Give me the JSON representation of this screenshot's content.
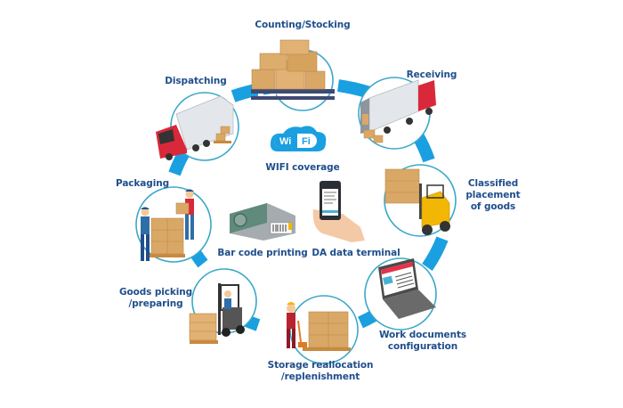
{
  "diagram": {
    "title": "Warehouse management process cycle",
    "colors": {
      "ring": "#1aa0e0",
      "circle_outline": "#3aa8c8",
      "label_text": "#1f4e8c",
      "box": "#d9a866",
      "box_dark": "#b9854a",
      "pallet": "#3e4a73",
      "truck_red": "#d9283a",
      "truck_body": "#e3e6ea",
      "forklift": "#f2b705",
      "wifi": "#1aa0e0"
    },
    "stages": [
      {
        "id": "counting",
        "label": "Counting/Stocking",
        "icon": "boxes-on-pallet-icon"
      },
      {
        "id": "receiving",
        "label": "Receiving",
        "icon": "truck-unloading-icon"
      },
      {
        "id": "classified",
        "label": "Classified\nplacement\nof goods",
        "icon": "forklift-icon"
      },
      {
        "id": "work-docs",
        "label": "Work documents\nconfiguration",
        "icon": "laptop-icon"
      },
      {
        "id": "storage",
        "label": "Storage reallocation\n/replenishment",
        "icon": "pallet-jack-worker-icon"
      },
      {
        "id": "picking",
        "label": "Goods picking\n/preparing",
        "icon": "forklift-picking-icon"
      },
      {
        "id": "packaging",
        "label": "Packaging",
        "icon": "workers-packing-icon"
      },
      {
        "id": "dispatching",
        "label": "Dispatching",
        "icon": "truck-dispatch-icon"
      }
    ],
    "center": {
      "wifi": {
        "left": "Wi",
        "right": "Fi",
        "label": "WIFI coverage"
      },
      "barcode": {
        "label": "Bar code printing"
      },
      "terminal": {
        "label": "DA data terminal"
      }
    }
  }
}
